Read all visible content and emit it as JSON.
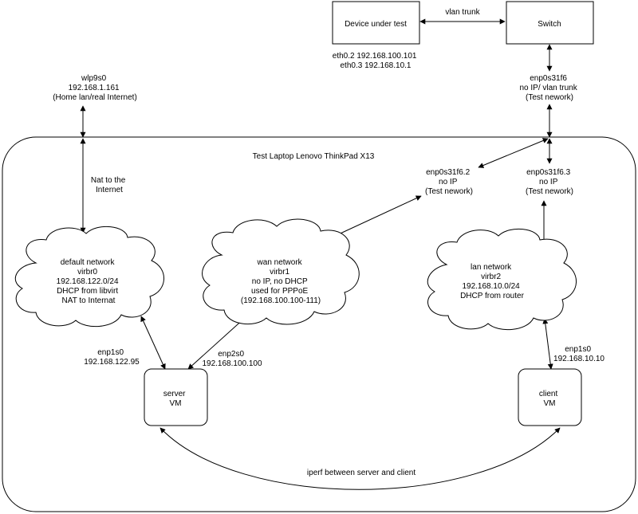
{
  "nodes": {
    "dut": {
      "lines": [
        "Device under test"
      ]
    },
    "switch": {
      "lines": [
        "Switch"
      ]
    },
    "server_vm": {
      "lines": [
        "server",
        "VM"
      ]
    },
    "client_vm": {
      "lines": [
        "client",
        "VM"
      ]
    }
  },
  "clouds": {
    "default_network": {
      "lines": [
        "default network",
        "virbr0",
        "192.168.122.0/24",
        "DHCP from libvirt",
        "NAT to Internat"
      ]
    },
    "wan_network": {
      "lines": [
        "wan network",
        "virbr1",
        "no IP, no DHCP",
        "used for PPPoE",
        "(192.168.100.100-111)"
      ]
    },
    "lan_network": {
      "lines": [
        "lan network",
        "virbr2",
        "192.168.10.0/24",
        "DHCP from router"
      ]
    }
  },
  "container": {
    "title": "Test Laptop Lenovo ThinkPad X13"
  },
  "labels": {
    "vlan_trunk": [
      "vlan trunk"
    ],
    "dut_ifaces": [
      "eth0.2 192.168.100.101",
      "eth0.3 192.168.10.1"
    ],
    "wlp9s0": [
      "wlp9s0",
      "192.168.1.161",
      "(Home lan/real Internet)"
    ],
    "enp0s31f6": [
      "enp0s31f6",
      "no IP/ vlan trunk",
      "(Test nework)"
    ],
    "nat_internet": [
      "Nat to the",
      "Internet"
    ],
    "enp0s31f6_2": [
      "enp0s31f6.2",
      "no IP",
      "(Test nework)"
    ],
    "enp0s31f6_3": [
      "enp0s31f6.3",
      "no IP",
      "(Test nework)"
    ],
    "server_enp1s0": [
      "enp1s0",
      "192.168.122.95"
    ],
    "server_enp2s0": [
      "enp2s0",
      "192.168.100.100"
    ],
    "client_enp1s0": [
      "enp1s0",
      "192.168.10.10"
    ],
    "iperf": [
      "iperf between server and client"
    ]
  }
}
